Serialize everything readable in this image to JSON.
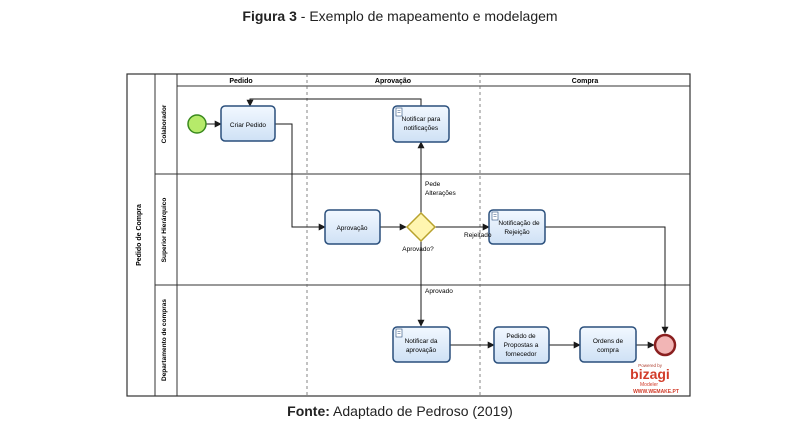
{
  "caption": {
    "figure_label": "Figura 3",
    "figure_text": " - Exemplo de mapeamento e modelagem",
    "source_label": "Fonte:",
    "source_text": " Adaptado de Pedroso (2019)"
  },
  "pool": {
    "name": "Pedido de Compra",
    "lanes": [
      "Colaborador",
      "Superior Hierárquico",
      "Departamento de compras"
    ],
    "phases": [
      "Pedido",
      "Aprovação",
      "Compra"
    ]
  },
  "tasks": {
    "criar_pedido": "Criar Pedido",
    "notificar_notificacoes": [
      "Notificar para",
      "notificações"
    ],
    "aprovacao": "Aprovação",
    "notificacao_rejeicao": [
      "Notificação de",
      "Rejeição"
    ],
    "notificar_aprovacao": [
      "Notificar da",
      "aprovação"
    ],
    "pedido_propostas": [
      "Pedido de",
      "Propostas a",
      "fornecedor"
    ],
    "ordens_compra": [
      "Ordens de",
      "compra"
    ]
  },
  "gateway": {
    "label": "Aprovado?"
  },
  "flow_labels": {
    "pede_alteracoes": [
      "Pede",
      "Alterações"
    ],
    "rejeitado": "Rejeitado",
    "aprovado": "Aprovado"
  },
  "watermark": {
    "powered_by": "Powered by",
    "brand": "bizagi",
    "sub": "Modeler",
    "url": "WWW.WEMAKE.PT"
  },
  "colors": {
    "task_fill": "#dbe9f8",
    "task_stroke": "#2a4f7c",
    "start_fill": "#b6ea6a",
    "start_stroke": "#3a8a1e",
    "end_fill": "#f2b5b5",
    "end_stroke": "#8a1f1f",
    "gateway_fill": "#fff5b0",
    "gateway_stroke": "#b8a22e",
    "brand": "#d23c2a"
  }
}
